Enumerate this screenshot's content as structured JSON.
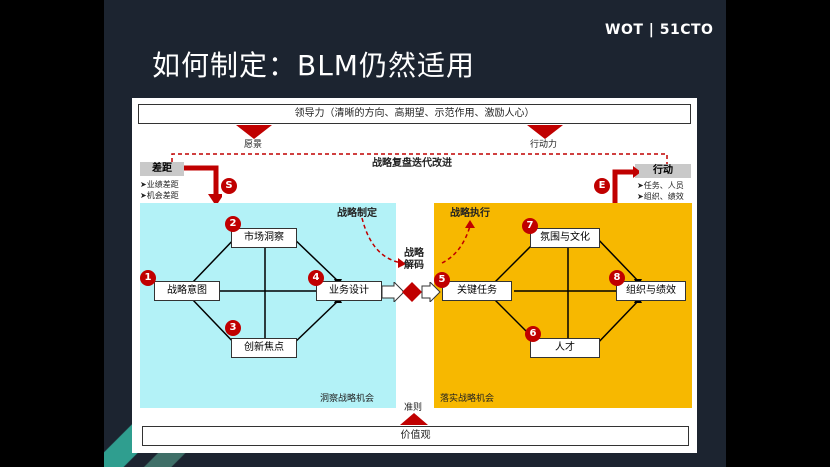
{
  "brand": {
    "logo_text": "WOT | 51CTO"
  },
  "slide": {
    "title": "如何制定：BLM仍然适用"
  },
  "diagram": {
    "leadership": "领导力（清晰的方向、高期望、示范作用、激励人心）",
    "vision": "愿景",
    "action_force": "行动力",
    "iterate": "战略复盘迭代改进",
    "gap": {
      "title": "差距",
      "items": [
        "➤业绩差距",
        "➤机会差距"
      ]
    },
    "action": {
      "title": "行动",
      "items": [
        "➤任务、人员",
        "➤组织、绩效"
      ]
    },
    "badge_s": "S",
    "badge_e": "E",
    "strategy_formulation": "战略制定",
    "strategy_execution": "战略执行",
    "decode": "战略\n解码",
    "left_nodes": {
      "intent": "战略意图",
      "market": "市场洞察",
      "innovation": "创新焦点",
      "business_design": "业务设计"
    },
    "right_nodes": {
      "key_tasks": "关键任务",
      "climate": "氛围与文化",
      "talent": "人才",
      "org": "组织与绩效"
    },
    "numbers": [
      "1",
      "2",
      "3",
      "4",
      "5",
      "6",
      "7",
      "8"
    ],
    "left_caption": "洞察战略机会",
    "right_caption": "落实战略机会",
    "criteria": "准则",
    "values": "价值观",
    "colors": {
      "left_bg": "#b3f2f7",
      "right_bg": "#f7b800",
      "red": "#c00000"
    }
  }
}
